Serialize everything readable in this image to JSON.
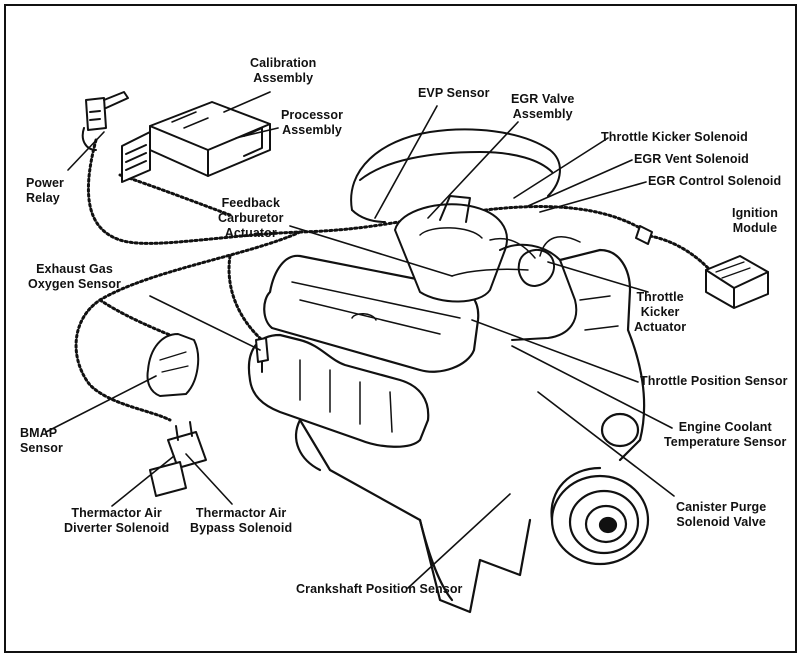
{
  "diagram": {
    "labels": {
      "calibration_assembly": [
        "Calibration",
        "Assembly"
      ],
      "processor_assembly": [
        "Processor",
        "Assembly"
      ],
      "power_relay": [
        "Power",
        "Relay"
      ],
      "evp_sensor": [
        "EVP Sensor"
      ],
      "egr_valve_assembly": [
        "EGR Valve",
        "Assembly"
      ],
      "throttle_kicker_solenoid": [
        "Throttle Kicker Solenoid"
      ],
      "egr_vent_solenoid": [
        "EGR Vent Solenoid"
      ],
      "egr_control_solenoid": [
        "EGR Control Solenoid"
      ],
      "ignition_module": [
        "Ignition",
        "Module"
      ],
      "feedback_carburetor_actuator": [
        "Feedback",
        "Carburetor",
        "Actuator"
      ],
      "exhaust_gas_oxygen_sensor": [
        "Exhaust Gas",
        "Oxygen Sensor"
      ],
      "throttle_kicker_actuator": [
        "Throttle",
        "Kicker",
        "Actuator"
      ],
      "throttle_position_sensor": [
        "Throttle Position Sensor"
      ],
      "bmap_sensor": [
        "BMAP",
        "Sensor"
      ],
      "engine_coolant_temperature_sensor": [
        "Engine Coolant",
        "Temperature Sensor"
      ],
      "thermactor_air_diverter_solenoid": [
        "Thermactor Air",
        "Diverter Solenoid"
      ],
      "thermactor_air_bypass_solenoid": [
        "Thermactor Air",
        "Bypass Solenoid"
      ],
      "canister_purge_solenoid_valve": [
        "Canister Purge",
        "Solenoid Valve"
      ],
      "crankshaft_position_sensor": [
        "Crankshaft Position Sensor"
      ]
    },
    "colors": {
      "ink": "#111111",
      "background": "#ffffff"
    }
  }
}
